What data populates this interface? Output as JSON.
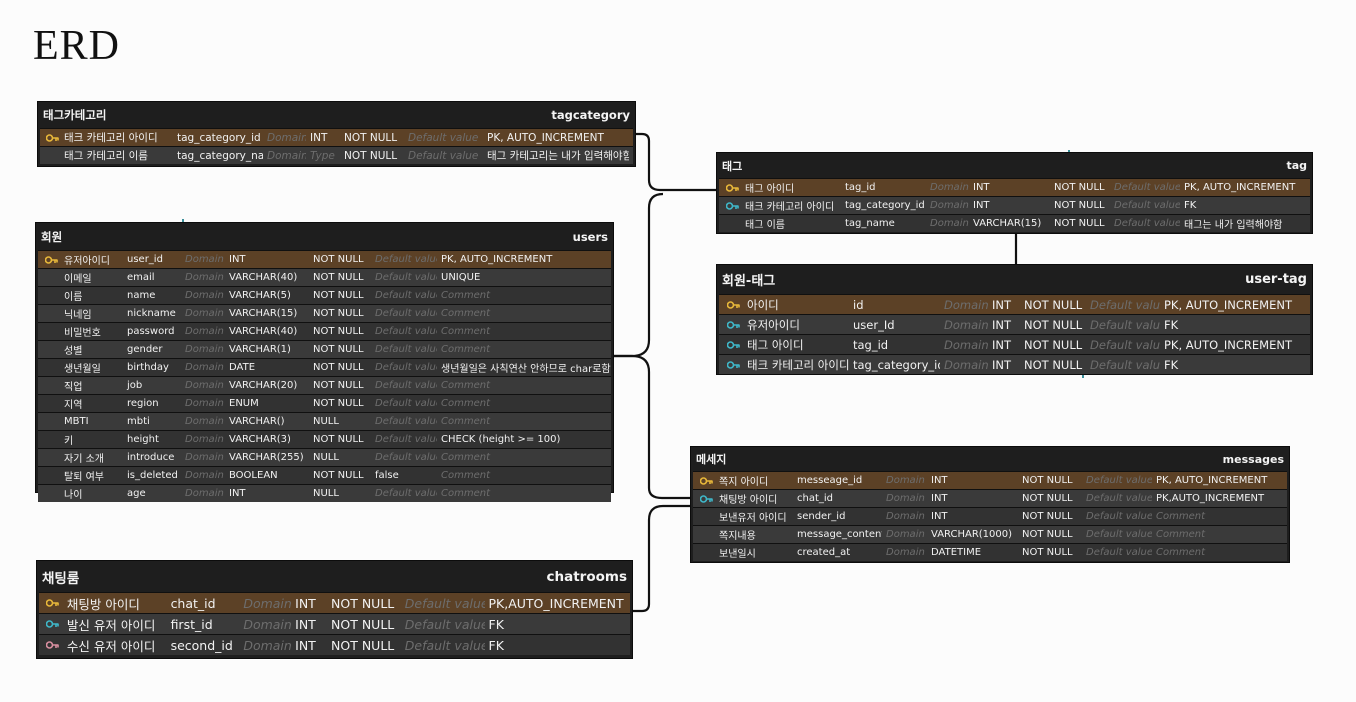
{
  "title": "ERD",
  "colors": {
    "pk_row": "#5c4126",
    "fk_row": "#3a3a3a",
    "plain_row": "#323232",
    "pk_key": "#e8b83a",
    "fk_key": "#3fb7c9",
    "uk_key": "#d98fa0"
  },
  "tables": {
    "tagcategory": {
      "title_ko": "태그카테고리",
      "title_en": "tagcategory",
      "rows": [
        {
          "key": "pk",
          "label": "태크 카테고리 아이디",
          "name": "tag_category_id",
          "domain": "Domain",
          "type": "INT",
          "nullable": "NOT NULL",
          "default": "Default value",
          "comment": "PK, AUTO_INCREMENT"
        },
        {
          "key": "",
          "label": "태그 카테고리 이름",
          "name": "tag_category_name",
          "domain": "Domain",
          "type": "Type",
          "nullable": "NOT NULL",
          "default": "Default value",
          "comment": "태그 카테고리는 내가 입력해야함"
        }
      ]
    },
    "users": {
      "title_ko": "회원",
      "title_en": "users",
      "rows": [
        {
          "key": "pk",
          "label": "유저아이디",
          "name": "user_id",
          "domain": "Domain",
          "type": "INT",
          "nullable": "NOT NULL",
          "default": "Default value",
          "comment": "PK, AUTO_INCREMENT"
        },
        {
          "key": "",
          "label": "이메일",
          "name": "email",
          "domain": "Domain",
          "type": "VARCHAR(40)",
          "nullable": "NOT NULL",
          "default": "Default value",
          "comment": "UNIQUE"
        },
        {
          "key": "",
          "label": "이름",
          "name": "name",
          "domain": "Domain",
          "type": "VARCHAR(5)",
          "nullable": "NOT NULL",
          "default": "Default value",
          "comment": "Comment"
        },
        {
          "key": "",
          "label": "닉네임",
          "name": "nickname",
          "domain": "Domain",
          "type": "VARCHAR(15)",
          "nullable": "NOT NULL",
          "default": "Default value",
          "comment": "Comment"
        },
        {
          "key": "",
          "label": "비밀번호",
          "name": "password",
          "domain": "Domain",
          "type": "VARCHAR(40)",
          "nullable": "NOT NULL",
          "default": "Default value",
          "comment": "Comment"
        },
        {
          "key": "",
          "label": "성별",
          "name": "gender",
          "domain": "Domain",
          "type": "VARCHAR(1)",
          "nullable": "NOT NULL",
          "default": "Default value",
          "comment": "Comment"
        },
        {
          "key": "",
          "label": "생년월일",
          "name": "birthday",
          "domain": "Domain",
          "type": "DATE",
          "nullable": "NOT NULL",
          "default": "Default value",
          "comment": "생년월일은 사칙연산 안하므로 char로함"
        },
        {
          "key": "",
          "label": "직업",
          "name": "job",
          "domain": "Domain",
          "type": "VARCHAR(20)",
          "nullable": "NOT NULL",
          "default": "Default value",
          "comment": "Comment"
        },
        {
          "key": "",
          "label": "지역",
          "name": "region",
          "domain": "Domain",
          "type": "ENUM",
          "nullable": "NOT NULL",
          "default": "Default value",
          "comment": "Comment"
        },
        {
          "key": "",
          "label": "MBTI",
          "name": "mbti",
          "domain": "Domain",
          "type": "VARCHAR()",
          "nullable": "NULL",
          "default": "Default value",
          "comment": "Comment"
        },
        {
          "key": "",
          "label": "키",
          "name": "height",
          "domain": "Domain",
          "type": "VARCHAR(3)",
          "nullable": "NOT NULL",
          "default": "Default value",
          "comment": "CHECK (height >= 100)"
        },
        {
          "key": "",
          "label": "자기 소개",
          "name": "introduce",
          "domain": "Domain",
          "type": "VARCHAR(255)",
          "nullable": "NULL",
          "default": "Default value",
          "comment": "Comment"
        },
        {
          "key": "",
          "label": "탈퇴 여부",
          "name": "is_deleted",
          "domain": "Domain",
          "type": "BOOLEAN",
          "nullable": "NOT NULL",
          "default": "false",
          "comment": "Comment"
        },
        {
          "key": "",
          "label": "나이",
          "name": "age",
          "domain": "Domain",
          "type": "INT",
          "nullable": "NULL",
          "default": "Default value",
          "comment": "Comment"
        }
      ]
    },
    "chatrooms": {
      "title_ko": "채팅룸",
      "title_en": "chatrooms",
      "rows": [
        {
          "key": "pk",
          "label": "채팅방 아이디",
          "name": "chat_id",
          "domain": "Domain",
          "type": "INT",
          "nullable": "NOT NULL",
          "default": "Default value",
          "comment": "PK,AUTO_INCREMENT"
        },
        {
          "key": "fk",
          "label": "발신 유저 아이디",
          "name": "first_id",
          "domain": "Domain",
          "type": "INT",
          "nullable": "NOT NULL",
          "default": "Default value",
          "comment": "FK"
        },
        {
          "key": "uk",
          "label": "수신 유저 아이디",
          "name": "second_id",
          "domain": "Domain",
          "type": "INT",
          "nullable": "NOT NULL",
          "default": "Default value",
          "comment": "FK"
        }
      ]
    },
    "tag": {
      "title_ko": "태그",
      "title_en": "tag",
      "rows": [
        {
          "key": "pk",
          "label": "태그 아이디",
          "name": "tag_id",
          "domain": "Domain",
          "type": "INT",
          "nullable": "NOT NULL",
          "default": "Default value",
          "comment": "PK, AUTO_INCREMENT"
        },
        {
          "key": "fk",
          "label": "태크 카테고리 아이디",
          "name": "tag_category_id",
          "domain": "Domain",
          "type": "INT",
          "nullable": "NOT NULL",
          "default": "Default value",
          "comment": "FK"
        },
        {
          "key": "",
          "label": "태그 이름",
          "name": "tag_name",
          "domain": "Domain",
          "type": "VARCHAR(15)",
          "nullable": "NOT NULL",
          "default": "Default value",
          "comment": "태그는 내가 입력해야함"
        }
      ]
    },
    "user_tag": {
      "title_ko": "회원-태그",
      "title_en": "user-tag",
      "rows": [
        {
          "key": "pk",
          "label": "아이디",
          "name": "id",
          "domain": "Domain",
          "type": "INT",
          "nullable": "NOT NULL",
          "default": "Default value",
          "comment": "PK, AUTO_INCREMENT"
        },
        {
          "key": "fk",
          "label": "유저아이디",
          "name": "user_Id",
          "domain": "Domain",
          "type": "INT",
          "nullable": "NOT NULL",
          "default": "Default value",
          "comment": "FK"
        },
        {
          "key": "fk",
          "label": "태그 아이디",
          "name": "tag_id",
          "domain": "Domain",
          "type": "INT",
          "nullable": "NOT NULL",
          "default": "Default value",
          "comment": "PK, AUTO_INCREMENT"
        },
        {
          "key": "fk",
          "label": "태크 카테고리 아이디",
          "name": "tag_category_id",
          "domain": "Domain",
          "type": "INT",
          "nullable": "NOT NULL",
          "default": "Default value",
          "comment": "FK"
        }
      ]
    },
    "messages": {
      "title_ko": "메세지",
      "title_en": "messages",
      "rows": [
        {
          "key": "pk",
          "label": "쪽지 아이디",
          "name": "messeage_id",
          "domain": "Domain",
          "type": "INT",
          "nullable": "NOT NULL",
          "default": "Default value",
          "comment": "PK, AUTO_INCREMENT"
        },
        {
          "key": "fk",
          "label": "채팅방 아이디",
          "name": "chat_id",
          "domain": "Domain",
          "type": "INT",
          "nullable": "NOT NULL",
          "default": "Default value",
          "comment": "PK,AUTO_INCREMENT"
        },
        {
          "key": "",
          "label": "보낸유저 아이디",
          "name": "sender_id",
          "domain": "Domain",
          "type": "INT",
          "nullable": "NOT NULL",
          "default": "Default value",
          "comment": "Comment"
        },
        {
          "key": "",
          "label": "쪽지내용",
          "name": "message_content",
          "domain": "Domain",
          "type": "VARCHAR(1000)",
          "nullable": "NOT NULL",
          "default": "Default value",
          "comment": "Comment"
        },
        {
          "key": "",
          "label": "보낸일시",
          "name": "created_at",
          "domain": "Domain",
          "type": "DATETIME",
          "nullable": "NOT NULL",
          "default": "Default value",
          "comment": "Comment"
        }
      ]
    }
  }
}
